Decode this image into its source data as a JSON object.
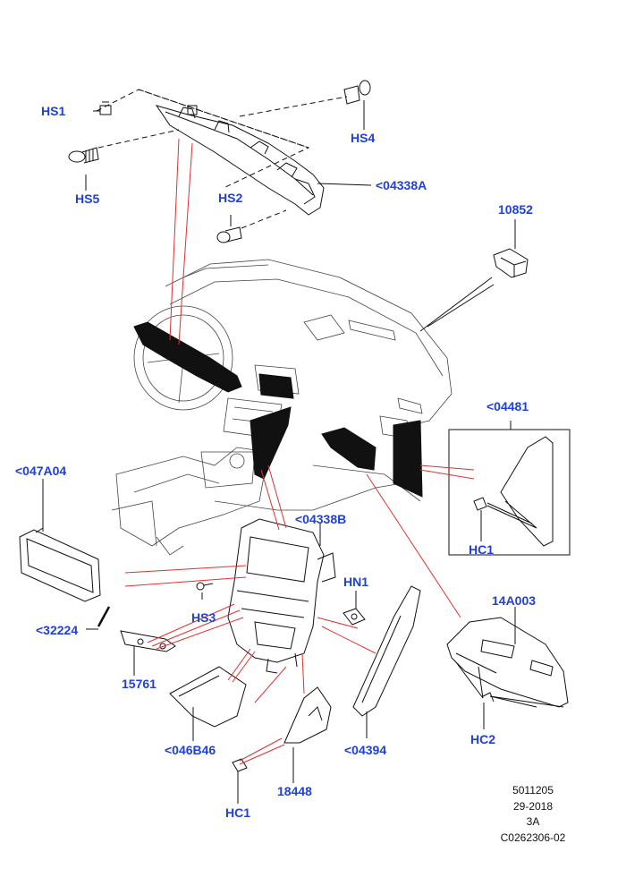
{
  "callouts": {
    "hs1": "HS1",
    "hs4": "HS4",
    "hs5": "HS5",
    "hs2": "HS2",
    "c04338a": "<04338A",
    "c10852": "10852",
    "c04481": "<04481",
    "c047a04": "<047A04",
    "c04338b": "<04338B",
    "hn1": "HN1",
    "hs3": "HS3",
    "c32224": "<32224",
    "c14a003": "14A003",
    "c15761": "15761",
    "hc1_right": "HC1",
    "hc2": "HC2",
    "c046b46": "<046B46",
    "c04394": "<04394",
    "c18448": "18448",
    "hc1_bottom": "HC1"
  },
  "footer": {
    "line1": "5011205",
    "line2": "29-2018",
    "line3": "3A",
    "line4": "C0262306-02"
  },
  "colors": {
    "callout": "#2040d8",
    "leader": "#e03030",
    "line": "#111111"
  }
}
